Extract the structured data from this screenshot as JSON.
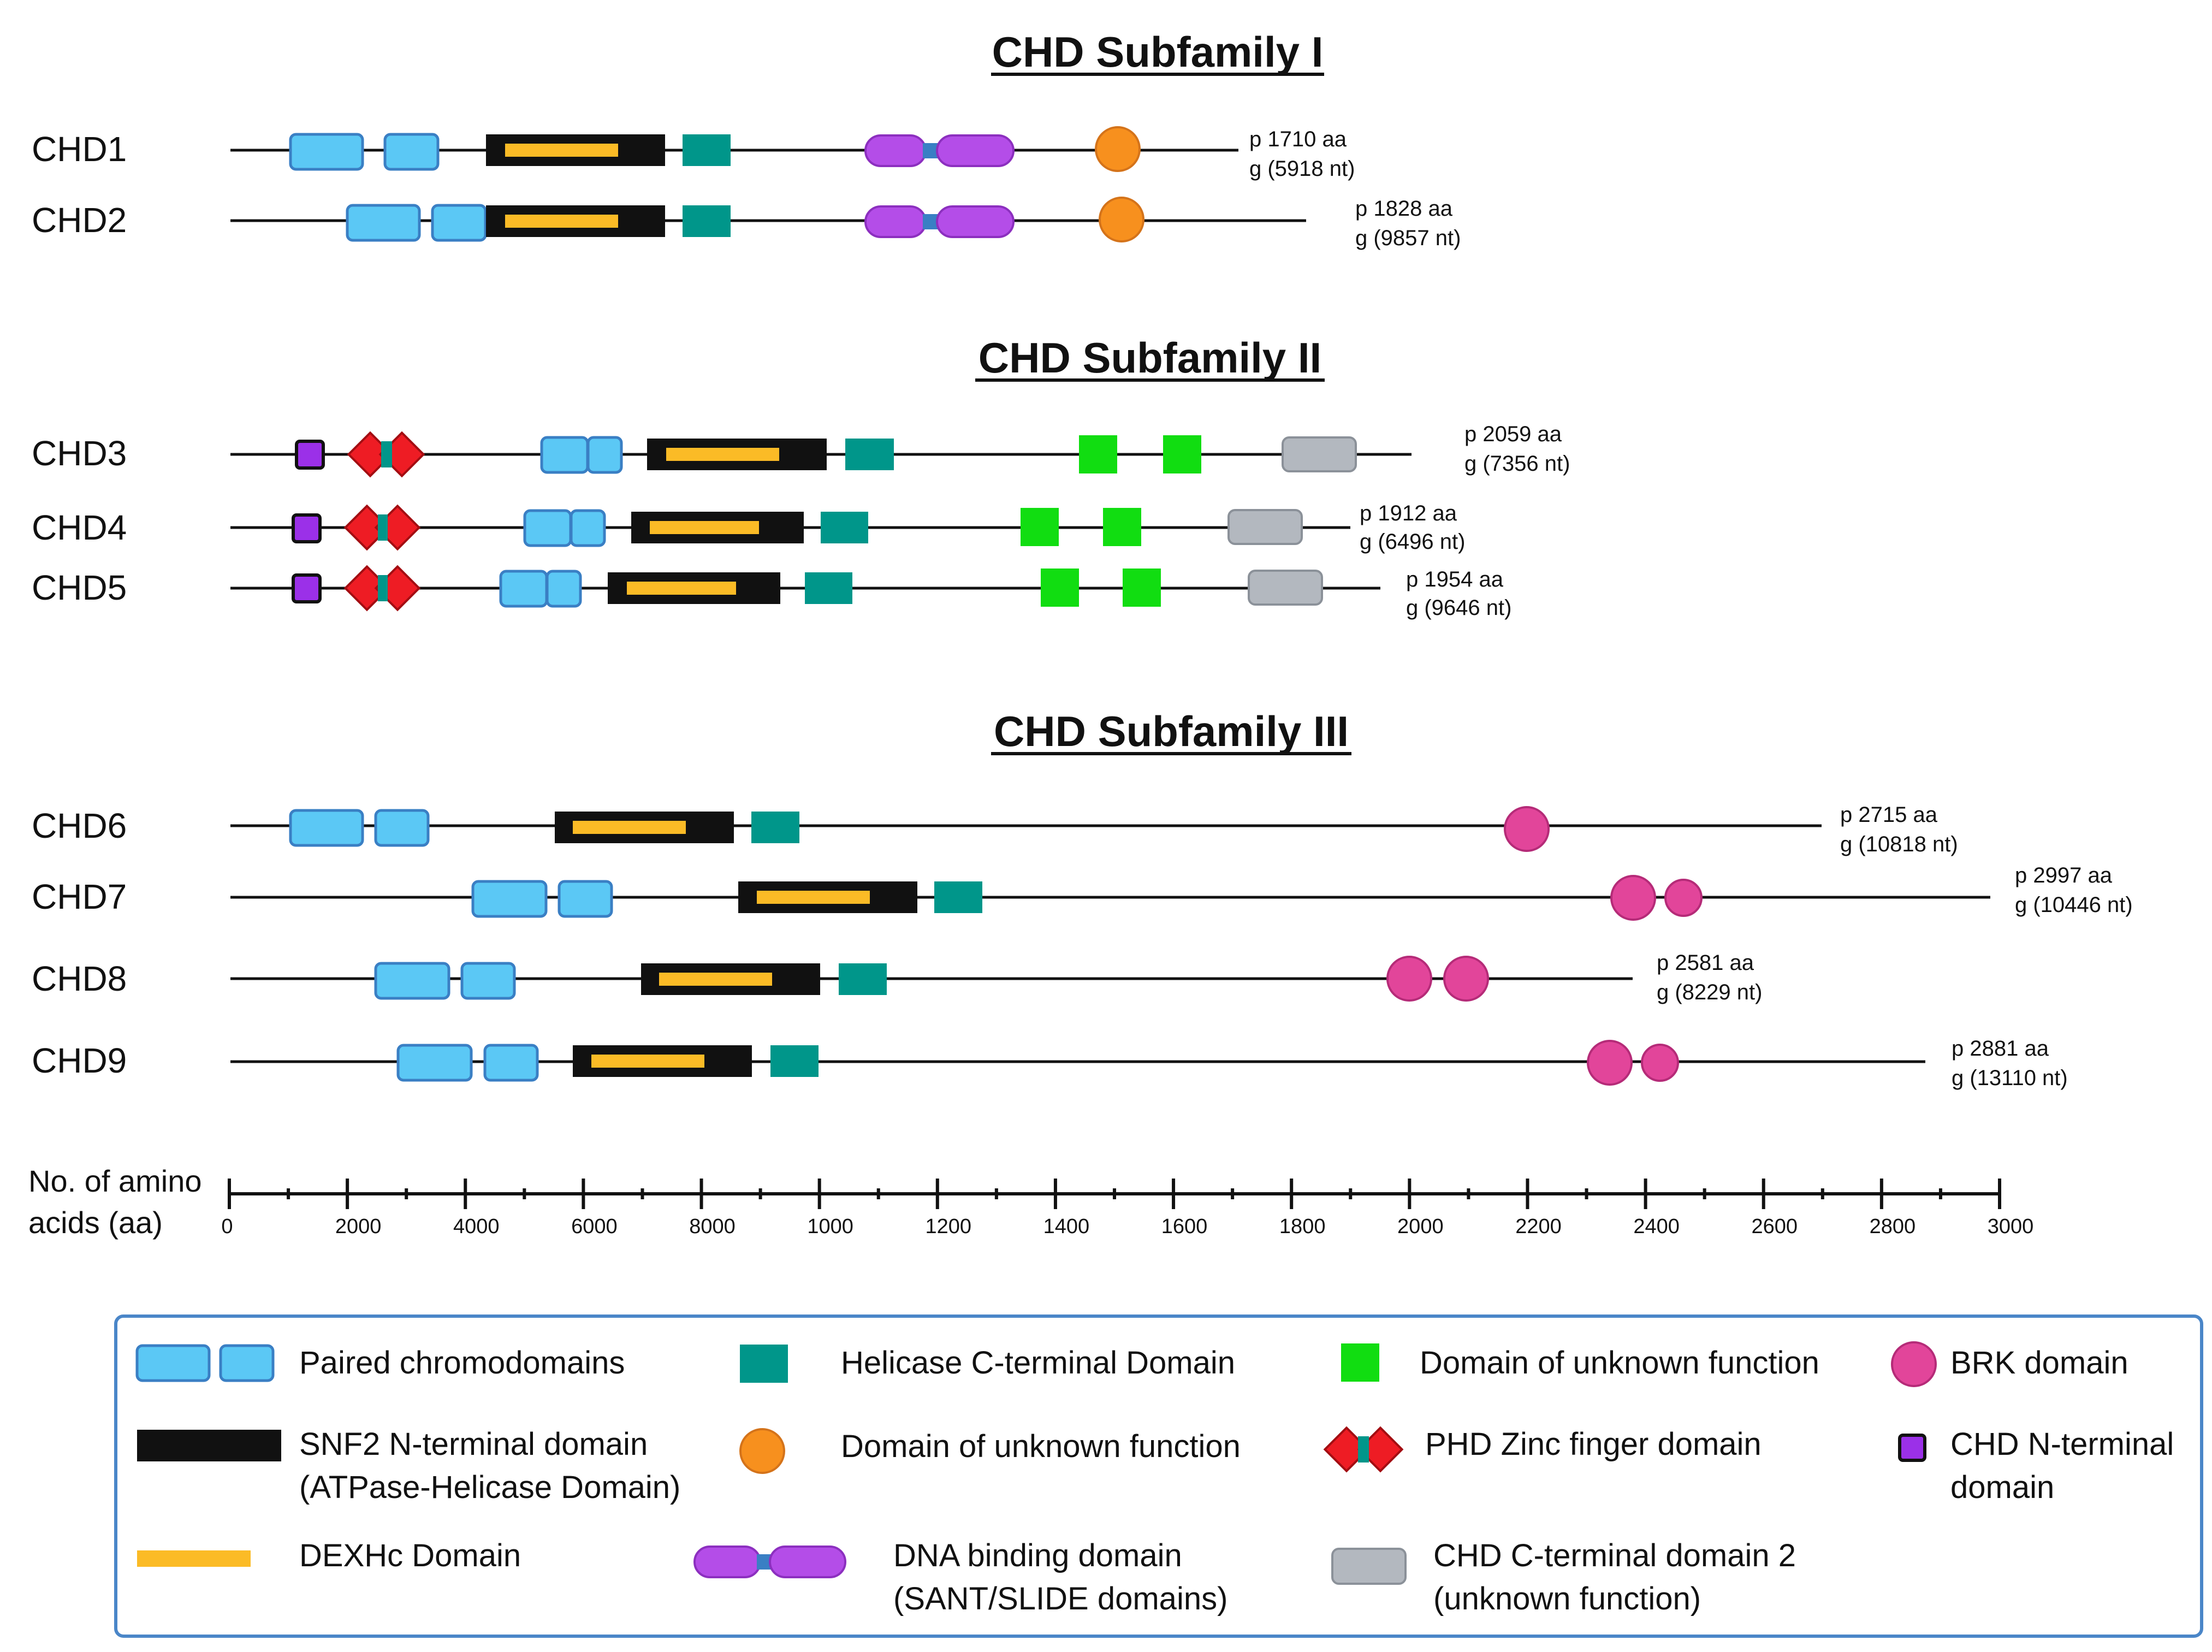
{
  "subfamilies": [
    {
      "title": "CHD Subfamily I",
      "proteins": [
        {
          "name": "CHD1",
          "length": "p 1710 aa",
          "gene": "g (5918 nt)"
        },
        {
          "name": "CHD2",
          "length": "p 1828 aa",
          "gene": "g (9857 nt)"
        }
      ]
    },
    {
      "title": "CHD Subfamily II",
      "proteins": [
        {
          "name": "CHD3",
          "length": "p 2059 aa",
          "gene": "g (7356 nt)"
        },
        {
          "name": "CHD4",
          "length": "p 1912 aa",
          "gene": "g (6496 nt)"
        },
        {
          "name": "CHD5",
          "length": "p 1954 aa",
          "gene": "g (9646 nt)"
        }
      ]
    },
    {
      "title": "CHD Subfamily III",
      "proteins": [
        {
          "name": "CHD6",
          "length": "p 2715 aa",
          "gene": "g (10818 nt)"
        },
        {
          "name": "CHD7",
          "length": "p 2997 aa",
          "gene": "g (10446 nt)"
        },
        {
          "name": "CHD8",
          "length": "p 2581 aa",
          "gene": "g (8229 nt)"
        },
        {
          "name": "CHD9",
          "length": "p 2881 aa",
          "gene": "g (13110 nt)"
        }
      ]
    }
  ],
  "axis": {
    "label_line1": "No. of amino",
    "label_line2": "acids (aa)",
    "ticks": [
      "0",
      "2000",
      "4000",
      "6000",
      "8000",
      "1000",
      "1200",
      "1400",
      "1600",
      "1800",
      "2000",
      "2200",
      "2400",
      "2600",
      "2800",
      "3000"
    ]
  },
  "legend": {
    "items": [
      {
        "icon": "paired-chromodomains-icon",
        "lines": [
          "Paired chromodomains"
        ]
      },
      {
        "icon": "helicase-c-terminal-icon",
        "lines": [
          "Helicase C-terminal Domain"
        ]
      },
      {
        "icon": "unknown-function-square-icon",
        "lines": [
          "Domain of unknown function"
        ]
      },
      {
        "icon": "brk-domain-icon",
        "lines": [
          "BRK domain"
        ]
      },
      {
        "icon": "snf2-n-terminal-icon",
        "lines": [
          "SNF2 N-terminal domain",
          "(ATPase-Helicase Domain)"
        ]
      },
      {
        "icon": "unknown-function-circle-icon",
        "lines": [
          "Domain of unknown function"
        ]
      },
      {
        "icon": "phd-zinc-finger-icon",
        "lines": [
          "PHD Zinc finger domain"
        ]
      },
      {
        "icon": "chd-n-terminal-icon",
        "lines": [
          "CHD N-terminal",
          "domain"
        ]
      },
      {
        "icon": "dexhc-domain-icon",
        "lines": [
          "DEXHc Domain"
        ]
      },
      {
        "icon": "dna-binding-icon",
        "lines": [
          "DNA binding domain",
          "(SANT/SLIDE domains)"
        ]
      },
      {
        "icon": "chd-c-terminal-2-icon",
        "lines": [
          "CHD C-terminal domain 2",
          "(unknown function)"
        ]
      }
    ]
  },
  "colors": {
    "chromodomain": "#5bc8f5",
    "chromodomain_border": "#3a7fc4",
    "snf2": "#111111",
    "dexhc": "#fbbb26",
    "helicase_c": "#00968a",
    "unknown_square": "#11dd11",
    "unknown_circle": "#f7901e",
    "phd_zinc": "#ee1c24",
    "chd_n_terminal": "#9b30e8",
    "dna_binding": "#b44de8",
    "chd_c_terminal_2": "#b3b8bf",
    "brk": "#e2459a",
    "legend_border": "#4a86c8"
  }
}
